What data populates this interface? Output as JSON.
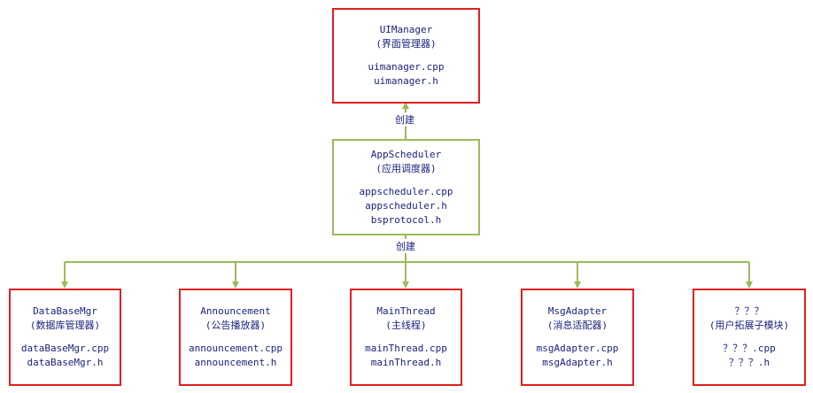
{
  "top": {
    "name": "UIManager",
    "desc": "(界面管理器)",
    "files": [
      "uimanager.cpp",
      "uimanager.h"
    ]
  },
  "middle": {
    "name": "AppScheduler",
    "desc": "(应用调度器)",
    "files": [
      "appscheduler.cpp",
      "appscheduler.h",
      "bsprotocol.h"
    ]
  },
  "edges": {
    "create_up": "创建",
    "create_down": "创建"
  },
  "children": [
    {
      "name": "DataBaseMgr",
      "desc": "(数据库管理器)",
      "files": [
        "dataBaseMgr.cpp",
        "dataBaseMgr.h"
      ]
    },
    {
      "name": "Announcement",
      "desc": "(公告播放器)",
      "files": [
        "announcement.cpp",
        "announcement.h"
      ]
    },
    {
      "name": "MainThread",
      "desc": "(主线程)",
      "files": [
        "mainThread.cpp",
        "mainThread.h"
      ]
    },
    {
      "name": "MsgAdapter",
      "desc": "(消息适配器)",
      "files": [
        "msgAdapter.cpp",
        "msgAdapter.h"
      ]
    },
    {
      "name": "？？？",
      "desc": "(用户拓展子模块)",
      "files": [
        "？？？.cpp",
        "？？？.h"
      ]
    }
  ],
  "colors": {
    "module_border": "#e02020",
    "scheduler_border": "#9bbb59",
    "connector": "#9bbb59",
    "text": "#1a237e"
  }
}
